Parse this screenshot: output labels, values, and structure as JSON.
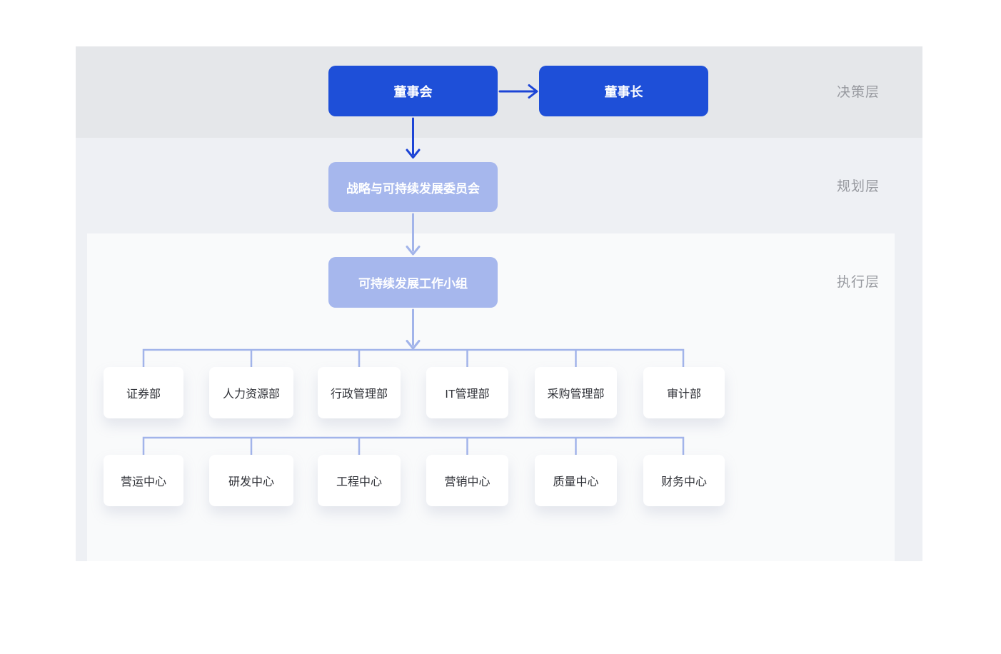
{
  "layers": {
    "decision": "决策层",
    "planning": "规划层",
    "execution": "执行层"
  },
  "nodes": {
    "board": "董事会",
    "chairman": "董事长",
    "committee": "战略与可持续发展委员会",
    "workgroup": "可持续发展工作小组"
  },
  "departments_row1": [
    "证券部",
    "人力资源部",
    "行政管理部",
    "IT管理部",
    "采购管理部",
    "审计部"
  ],
  "departments_row2": [
    "营运中心",
    "研发中心",
    "工程中心",
    "营销中心",
    "质量中心",
    "财务中心"
  ],
  "colors": {
    "primary_node": "#1e4fd8",
    "secondary_node": "#a6b7ed",
    "dark_arrow": "#1c44d6",
    "light_connector": "#a2b4ea",
    "band_decision": "#e5e7ea",
    "band_planning": "#eef0f4",
    "band_execution": "#f9fafb",
    "layer_label_text": "#97999f"
  }
}
